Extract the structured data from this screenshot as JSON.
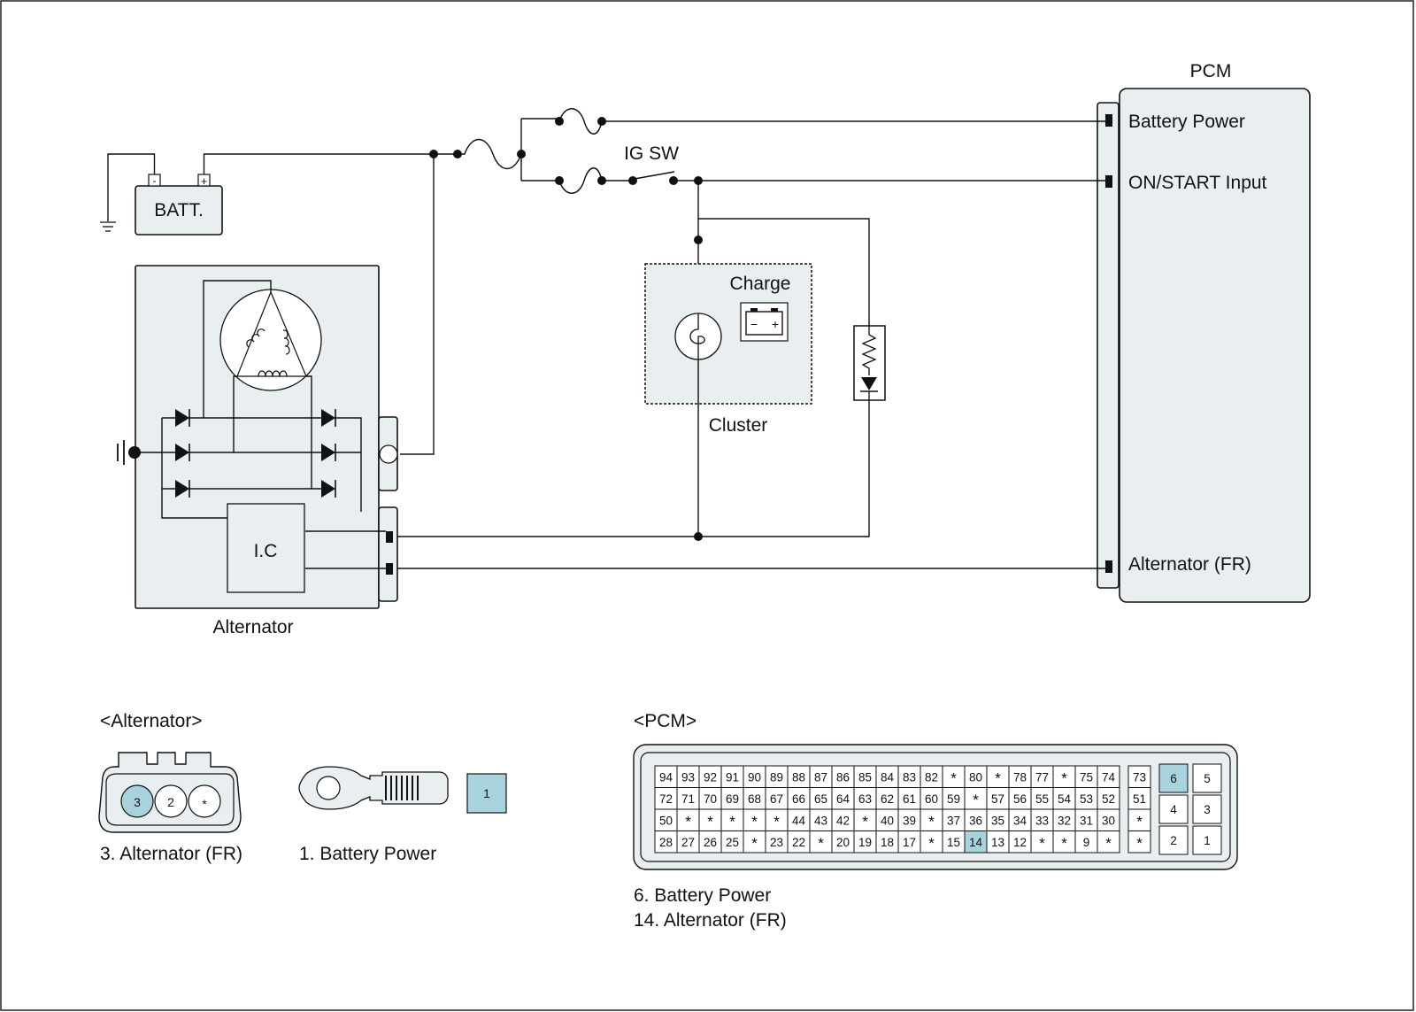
{
  "labels": {
    "pcm_title": "PCM",
    "pcm_battery_power": "Battery Power",
    "pcm_on_start": "ON/START Input",
    "pcm_alternator_fr": "Alternator (FR)",
    "ig_sw": "IG SW",
    "batt": "BATT.",
    "batt_minus": "-",
    "batt_plus": "+",
    "charge": "Charge",
    "charge_minus": "−",
    "charge_plus": "+",
    "cluster": "Cluster",
    "ic": "I.C",
    "alternator": "Alternator"
  },
  "alternator_connector": {
    "title": "<Alternator>",
    "pins": [
      "3",
      "2",
      "*"
    ],
    "highlight": "3",
    "caption": "3. Alternator (FR)"
  },
  "battery_terminal": {
    "pin": "1",
    "caption": "1. Battery Power"
  },
  "pcm_connector": {
    "title": "<PCM>",
    "rows": [
      [
        "94",
        "93",
        "92",
        "91",
        "90",
        "89",
        "88",
        "87",
        "86",
        "85",
        "84",
        "83",
        "82",
        "*",
        "80",
        "*",
        "78",
        "77",
        "*",
        "75",
        "74",
        "73"
      ],
      [
        "72",
        "71",
        "70",
        "69",
        "68",
        "67",
        "66",
        "65",
        "64",
        "63",
        "62",
        "61",
        "60",
        "59",
        "*",
        "57",
        "56",
        "55",
        "54",
        "53",
        "52",
        "51"
      ],
      [
        "50",
        "*",
        "*",
        "*",
        "*",
        "*",
        "44",
        "43",
        "42",
        "*",
        "40",
        "39",
        "*",
        "37",
        "36",
        "35",
        "34",
        "33",
        "32",
        "31",
        "30",
        "*"
      ],
      [
        "28",
        "27",
        "26",
        "25",
        "*",
        "23",
        "22",
        "*",
        "20",
        "19",
        "18",
        "17",
        "*",
        "15",
        "14",
        "13",
        "12",
        "*",
        "*",
        "9",
        "*",
        "*"
      ]
    ],
    "right_block": [
      [
        "6",
        "5"
      ],
      [
        "4",
        "3"
      ],
      [
        "2",
        "1"
      ]
    ],
    "highlights": [
      "6",
      "14"
    ],
    "captions": [
      "6. Battery Power",
      "14. Alternator (FR)"
    ]
  },
  "colors": {
    "component_fill": "#e9eef0",
    "pin_highlight": "#a9d3dc",
    "line": "#111111"
  }
}
